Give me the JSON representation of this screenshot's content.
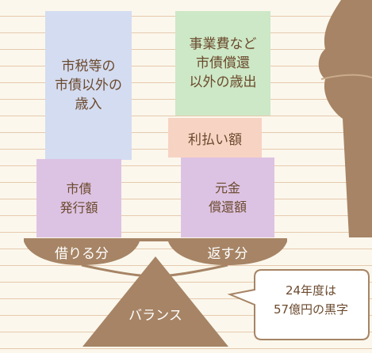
{
  "revenue_box": {
    "lines": [
      "市税等の",
      "市債以外の",
      "歳入"
    ]
  },
  "expense_box": {
    "lines": [
      "事業費など",
      "市債償還",
      "以外の歳出"
    ]
  },
  "interest_box": {
    "label": "利払い額"
  },
  "bond_box": {
    "lines": [
      "市債",
      "発行額"
    ]
  },
  "principal_box": {
    "lines": [
      "元金",
      "償還額"
    ]
  },
  "left_pan": {
    "label": "借りる分"
  },
  "right_pan": {
    "label": "返す分"
  },
  "fulcrum": {
    "label": "バランス"
  },
  "callout": {
    "lines": [
      "24年度は",
      "57億円の黒字"
    ]
  },
  "colors": {
    "brown": "#a68465",
    "revenue": "#d4dcf1",
    "expense": "#cde8c6",
    "interest": "#f7d3c3",
    "bond": "#ddc3e3"
  }
}
